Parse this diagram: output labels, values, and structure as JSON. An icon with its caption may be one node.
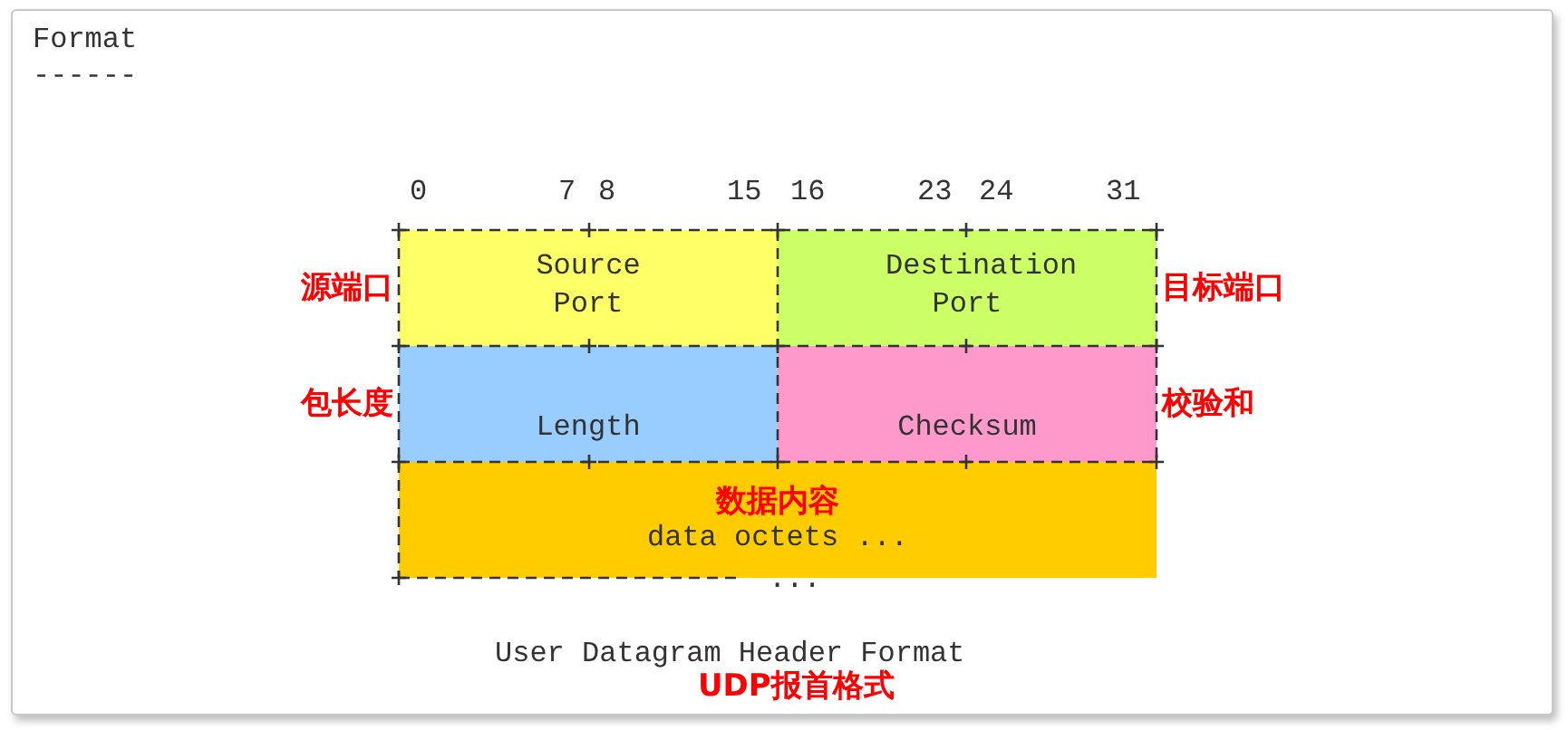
{
  "diagram": {
    "nodes": [
      {
        "text": [
          "Source Port"
        ],
        "beside": [
          "源端口"
        ]
      },
      {
        "text": [
          "Destination Port"
        ],
        "beside": [
          "目标端口"
        ]
      },
      {
        "text": [
          "Length"
        ],
        "beside": [
          "包长度"
        ]
      },
      {
        "text": [
          "Checksum"
        ],
        "beside": [
          "校验和"
        ]
      },
      {
        "text": [
          "数据内容",
          "data octets ..."
        ]
      }
    ],
    "edges": [],
    "labels": [
      "Format",
      "------",
      "0",
      "7",
      "8",
      "15",
      "16",
      "23",
      "24",
      "31",
      "...",
      "User Datagram Header Format",
      "UDP报首格式"
    ]
  }
}
